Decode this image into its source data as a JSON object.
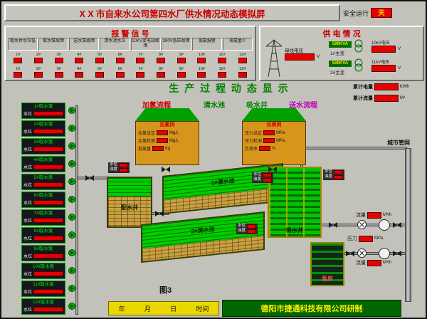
{
  "colors": {
    "display_red": "#e60000",
    "title_red": "#cc0000",
    "process_green": "#008000",
    "delivery_magenta": "#bb00bb",
    "tank_green": "#00cc00",
    "company_green": "#006600",
    "date_panel_yellow": "#e8d800"
  },
  "header": {
    "title": "X X 市自来水公司第四水厂供水情况动态模拟屏",
    "safe_run_label": "安全运行",
    "safe_run_unit": "天"
  },
  "alarm_panel": {
    "title": "报 警 信 号",
    "groups": [
      "取水井水位低",
      "取水泵故障",
      "送水泵故障",
      "清水池水位",
      "10KV变电站故障",
      "380V低压故障",
      "漏氯报警",
      "液氯量少"
    ],
    "row1": [
      "1#",
      "2#",
      "3#",
      "4#",
      "5#",
      "6#",
      "7#",
      "8#",
      "9#",
      "10#",
      "11#",
      "12#"
    ],
    "row2": [
      "1#",
      "2#",
      "3#",
      "4#",
      "5#",
      "6#",
      "7#",
      "8#",
      "9#",
      "10#",
      "11#",
      "12#"
    ]
  },
  "power_panel": {
    "title": "供 电 情 况",
    "bus_voltage_label": "母线电压",
    "bus_unit": "V",
    "kva_1": "500KVA",
    "transformer_1": "1#主变",
    "kva_2": "500KVA",
    "transformer_2": "2#主变",
    "voltage_1_label": "10kV电压",
    "voltage_1_unit": "V",
    "voltage_2_label": "11kV电压",
    "voltage_2_unit": "V"
  },
  "totals": {
    "energy_label": "累计电量",
    "energy_unit": "KWh",
    "flow_label": "累计流量",
    "flow_unit": "M³"
  },
  "process": {
    "header": "生 产 过 程 动 态 显 示",
    "stages": [
      "加氯流程",
      "清水池",
      "吸水井",
      "送水流程"
    ]
  },
  "pumps": {
    "level_label": "水位",
    "items": [
      "1#取水泵",
      "2#取水泵",
      "3#取水泵",
      "4#取水泵",
      "5#取水泵",
      "6#取水泵",
      "7#取水泵",
      "8#取水泵",
      "9#取水泵",
      "10#取水泵",
      "11#取水泵",
      "12#取水泵"
    ]
  },
  "chlorine_room": {
    "title": "加氯间",
    "rows": [
      {
        "label": "余氯设定",
        "unit": "Mg/L"
      },
      {
        "label": "余氯检测",
        "unit": "Mg/L"
      },
      {
        "label": "投氯量",
        "unit": "Kg"
      }
    ]
  },
  "instrument_room": {
    "title": "仪表间",
    "rows": [
      {
        "label": "压力设定",
        "unit": "MPa"
      },
      {
        "label": "压力检测",
        "unit": "MPa"
      },
      {
        "label": "负荷率",
        "unit": "%"
      }
    ]
  },
  "tanks": {
    "distribution_well": "配水井",
    "clear_pool_1": "1#清水池",
    "clear_pool_2": "2#清水池",
    "suction_well": "吸水井",
    "pump_house": "泵房",
    "level_label": "水位",
    "turbidity_label": "浊度"
  },
  "delivery": {
    "pressure_label": "压力",
    "pressure_unit": "MPa",
    "flow_label": "流量",
    "flow_unit": "M³/h",
    "network_label": "城市管网"
  },
  "footer": {
    "figure_label": "图3",
    "date_units": [
      "年",
      "月",
      "日",
      "时间"
    ],
    "company": "德阳市捷通科技有限公司研制"
  }
}
